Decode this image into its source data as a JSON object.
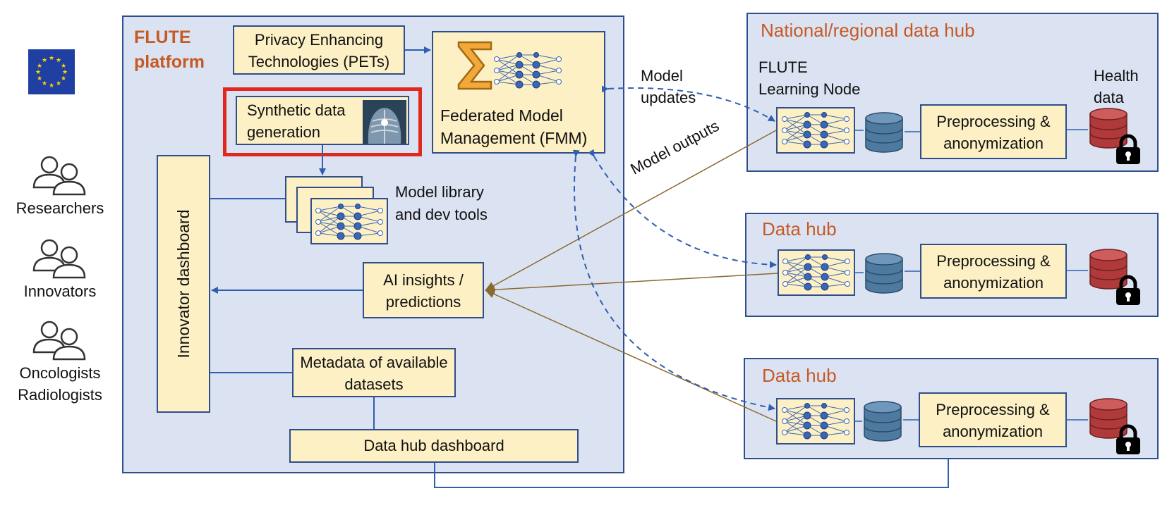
{
  "platform": {
    "title_line1": "FLUTE",
    "title_line2": "platform",
    "pets": "Privacy Enhancing Technologies (PETs)",
    "synthetic": "Synthetic data generation",
    "fmm": "Federated Model Management (FMM)",
    "model_library": "Model library and dev tools",
    "innovator_dashboard": "Innovator dashboard",
    "ai_insights": "AI insights / predictions",
    "metadata": "Metadata of available datasets",
    "datahub_dashboard": "Data hub dashboard"
  },
  "users": [
    {
      "label_line1": "Researchers",
      "label_line2": ""
    },
    {
      "label_line1": "Innovators",
      "label_line2": ""
    },
    {
      "label_line1": "Oncologists",
      "label_line2": "Radiologists"
    }
  ],
  "arrows": {
    "model_updates_line1": "Model",
    "model_updates_line2": "updates",
    "model_outputs": "Model outputs"
  },
  "hubs": [
    {
      "title": "National/regional data hub",
      "node_label_line1": "FLUTE",
      "node_label_line2": "Learning Node",
      "preprocessing_line1": "Preprocessing &",
      "preprocessing_line2": "anonymization",
      "health_line1": "Health",
      "health_line2": "data"
    },
    {
      "title": "Data hub",
      "preprocessing_line1": "Preprocessing &",
      "preprocessing_line2": "anonymization"
    },
    {
      "title": "Data hub",
      "preprocessing_line1": "Preprocessing &",
      "preprocessing_line2": "anonymization"
    }
  ],
  "colors": {
    "panel_fill": "#dbe3f3",
    "panel_border": "#2f4e8c",
    "box_fill": "#fdf0c4",
    "title_orange": "#c55a24",
    "highlight_red": "#e0281e",
    "db_blue": "#4f7aa0",
    "db_red": "#b03a3a",
    "neuron_blue": "#3a66b8",
    "model_output_line": "#8a6a2e"
  },
  "icons": [
    "eu-flag-icon",
    "users-icon",
    "neural-network-icon",
    "sigma-icon",
    "xray-icon",
    "database-icon",
    "lock-icon"
  ]
}
